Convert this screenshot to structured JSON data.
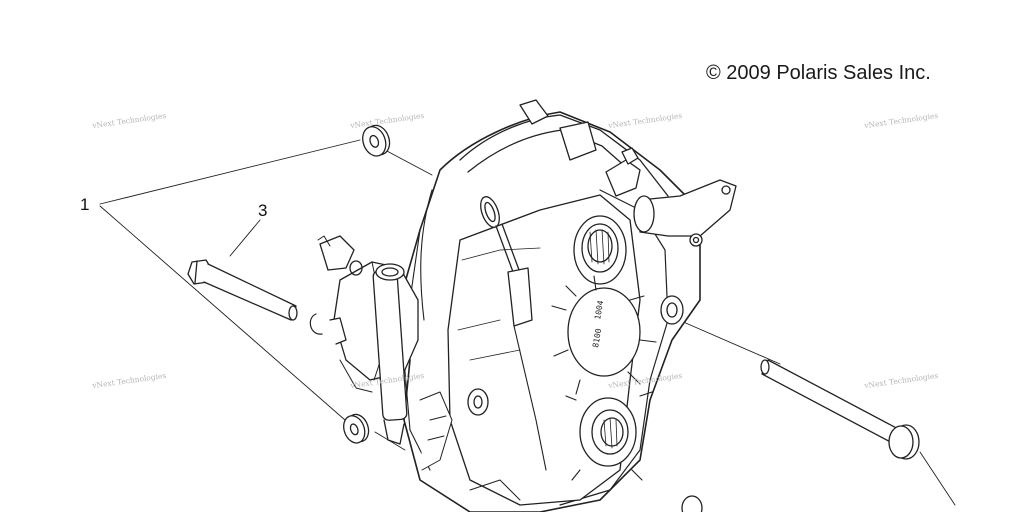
{
  "copyright": "© 2009 Polaris Sales Inc.",
  "callouts": {
    "bolt_set": "1",
    "long_bolt": "3"
  },
  "watermark": {
    "text": "vNext Technologies"
  },
  "part_marks": {
    "upper": "1004",
    "lower": "8100"
  }
}
